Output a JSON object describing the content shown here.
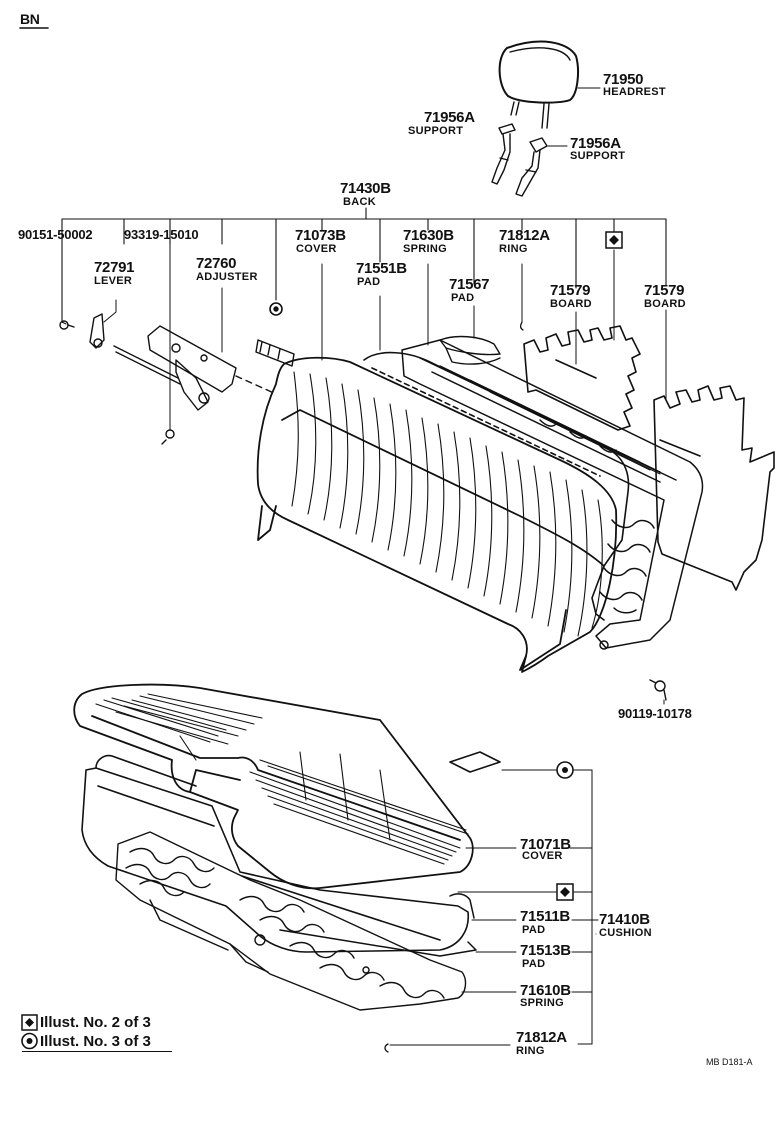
{
  "corner_code": "BN",
  "figure_code": "MB D181-A",
  "parts": {
    "headrest": {
      "number": "71950",
      "name": "HEADREST"
    },
    "support_left": {
      "number": "71956A",
      "name": "SUPPORT"
    },
    "support_right": {
      "number": "71956A",
      "name": "SUPPORT"
    },
    "back": {
      "number": "71430B",
      "name": "BACK"
    },
    "bolt_upper": {
      "number": "90151-50002"
    },
    "bolt_adjuster": {
      "number": "93319-15010"
    },
    "cover_back": {
      "number": "71073B",
      "name": "COVER"
    },
    "spring_back": {
      "number": "71630B",
      "name": "SPRING"
    },
    "ring_back": {
      "number": "71812A",
      "name": "RING"
    },
    "lever": {
      "number": "72791",
      "name": "LEVER"
    },
    "adjuster": {
      "number": "72760",
      "name": "ADJUSTER"
    },
    "pad_back": {
      "number": "71551B",
      "name": "PAD"
    },
    "pad_71567": {
      "number": "71567",
      "name": "PAD"
    },
    "board_1": {
      "number": "71579",
      "name": "BOARD"
    },
    "board_2": {
      "number": "71579",
      "name": "BOARD"
    },
    "bolt_lower": {
      "number": "90119-10178"
    },
    "cover_cushion": {
      "number": "71071B",
      "name": "COVER"
    },
    "pad_cushion": {
      "number": "71511B",
      "name": "PAD"
    },
    "cushion": {
      "number": "71410B",
      "name": "CUSHION"
    },
    "pad_71513": {
      "number": "71513B",
      "name": "PAD"
    },
    "spring_cushion": {
      "number": "71610B",
      "name": "SPRING"
    },
    "ring_cushion": {
      "number": "71812A",
      "name": "RING"
    }
  },
  "legend": {
    "diamond": "Illust. No. 2 of 3",
    "circle": "Illust. No. 3 of 3"
  }
}
